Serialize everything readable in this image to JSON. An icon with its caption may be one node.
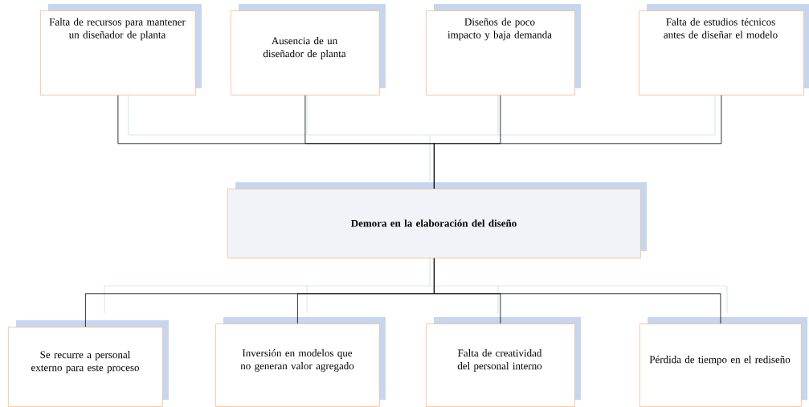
{
  "diagram": {
    "nodes": [
      {
        "text": [
          "Falta  de recursos para mantener un diseñador de planta"
        ]
      },
      {
        "text": [
          "Ausencia de un diseñador de planta"
        ]
      },
      {
        "text": [
          "Diseños de poco impacto y baja demanda"
        ]
      },
      {
        "text": [
          "Falta de estudios técnicos antes de diseñar el modelo"
        ]
      },
      {
        "text": [
          "Demora en la elaboración del diseño"
        ]
      },
      {
        "text": [
          "Se recurre a personal externo para este proceso"
        ]
      },
      {
        "text": [
          "Inversión en modelos que no generan valor agregado"
        ]
      },
      {
        "text": [
          "Falta de creatividad del personal interno"
        ]
      },
      {
        "text": [
          "Pérdida de tiempo en el rediseño"
        ]
      }
    ],
    "edges": [
      {
        "from": 0,
        "to": 4,
        "arrow": "none"
      },
      {
        "from": 1,
        "to": 4,
        "arrow": "none"
      },
      {
        "from": 2,
        "to": 4,
        "arrow": "none"
      },
      {
        "from": 3,
        "to": 4,
        "arrow": "none"
      },
      {
        "from": 4,
        "to": 5,
        "arrow": "none"
      },
      {
        "from": 4,
        "to": 6,
        "arrow": "none"
      },
      {
        "from": 4,
        "to": 7,
        "arrow": "none"
      },
      {
        "from": 4,
        "to": 8,
        "arrow": "none"
      }
    ]
  }
}
